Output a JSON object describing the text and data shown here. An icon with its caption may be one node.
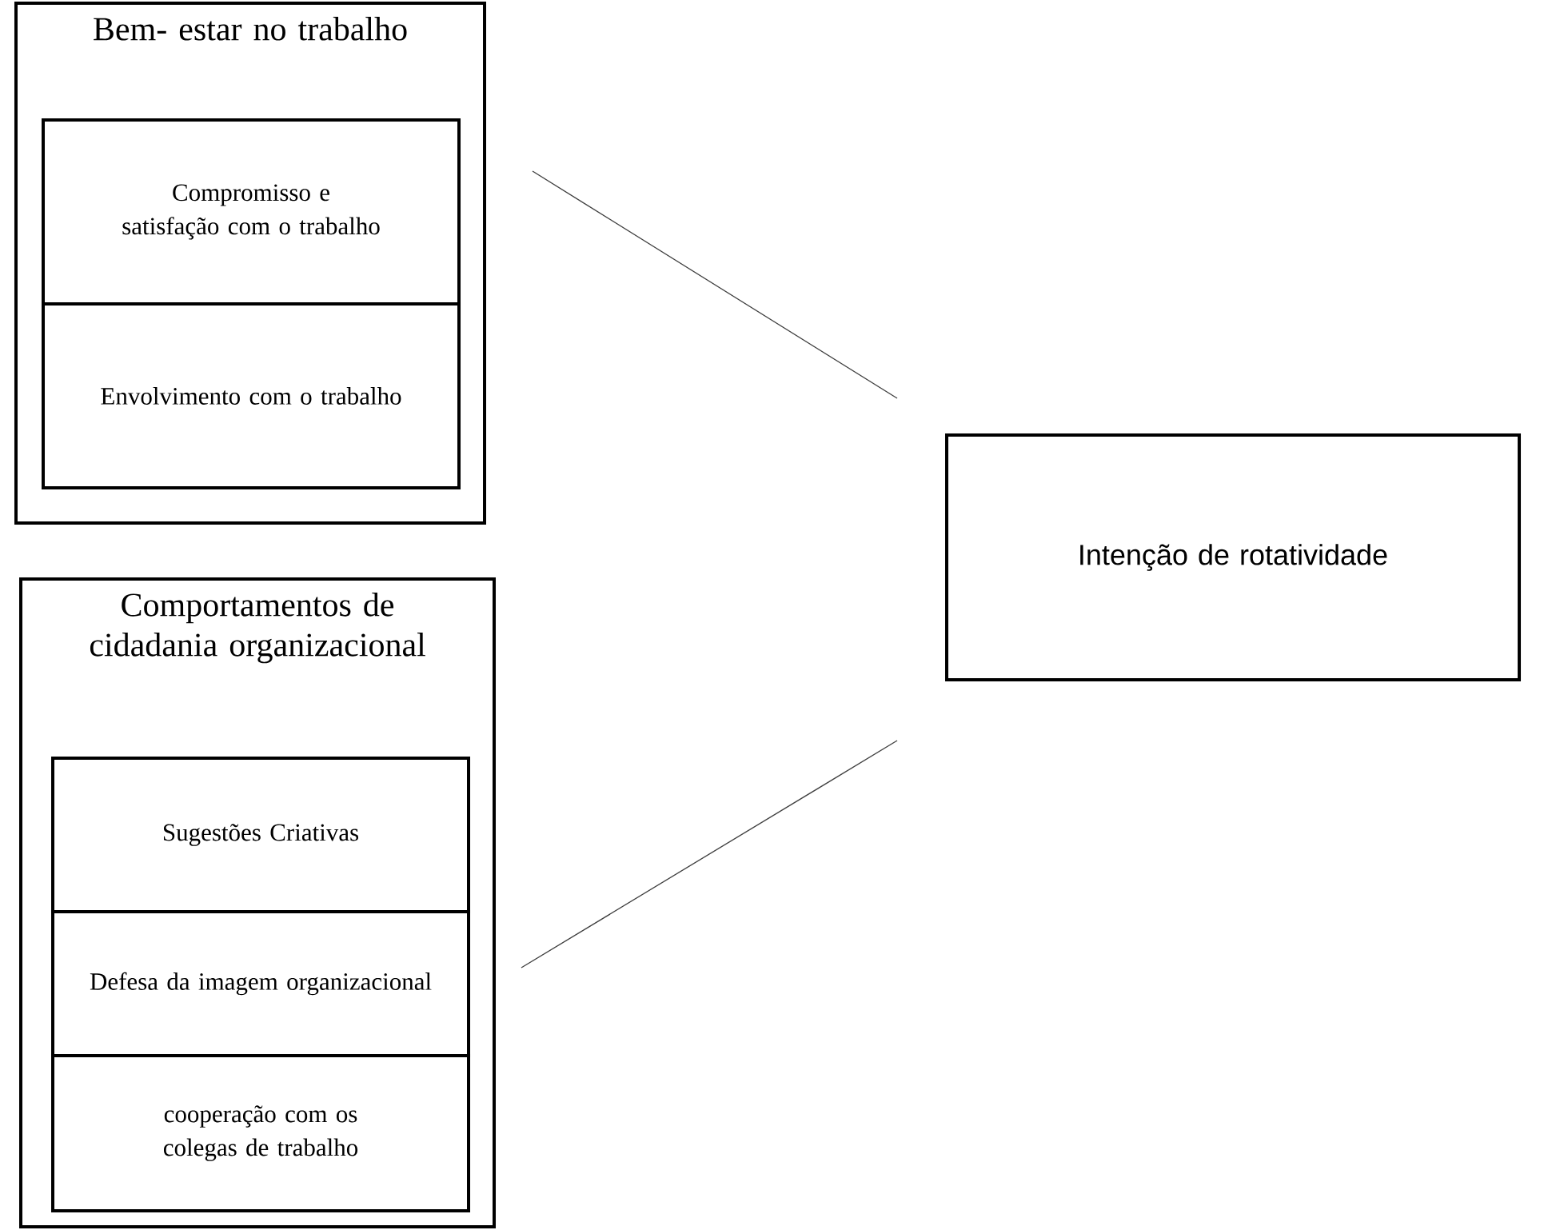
{
  "diagram": {
    "nodes": [
      {
        "text": [
          "Bem- estar no trabalho"
        ]
      },
      {
        "text": [
          "Compromisso e satisfação com o trabalho"
        ],
        "in": 0
      },
      {
        "text": [
          "Envolvimento com o trabalho"
        ],
        "in": 0
      },
      {
        "text": [
          "Comportamentos de cidadania organizacional"
        ]
      },
      {
        "text": [
          "Sugestões Criativas"
        ],
        "in": 3
      },
      {
        "text": [
          "Defesa da imagem organizacional"
        ],
        "in": 3
      },
      {
        "text": [
          "cooperação com os colegas de trabalho"
        ],
        "in": 3
      },
      {
        "text": [
          "Intenção de rotatividade"
        ]
      }
    ],
    "edges": [
      {
        "from": 0,
        "to": 7,
        "arrow": "none"
      },
      {
        "from": 3,
        "to": 7,
        "arrow": "none"
      }
    ]
  }
}
